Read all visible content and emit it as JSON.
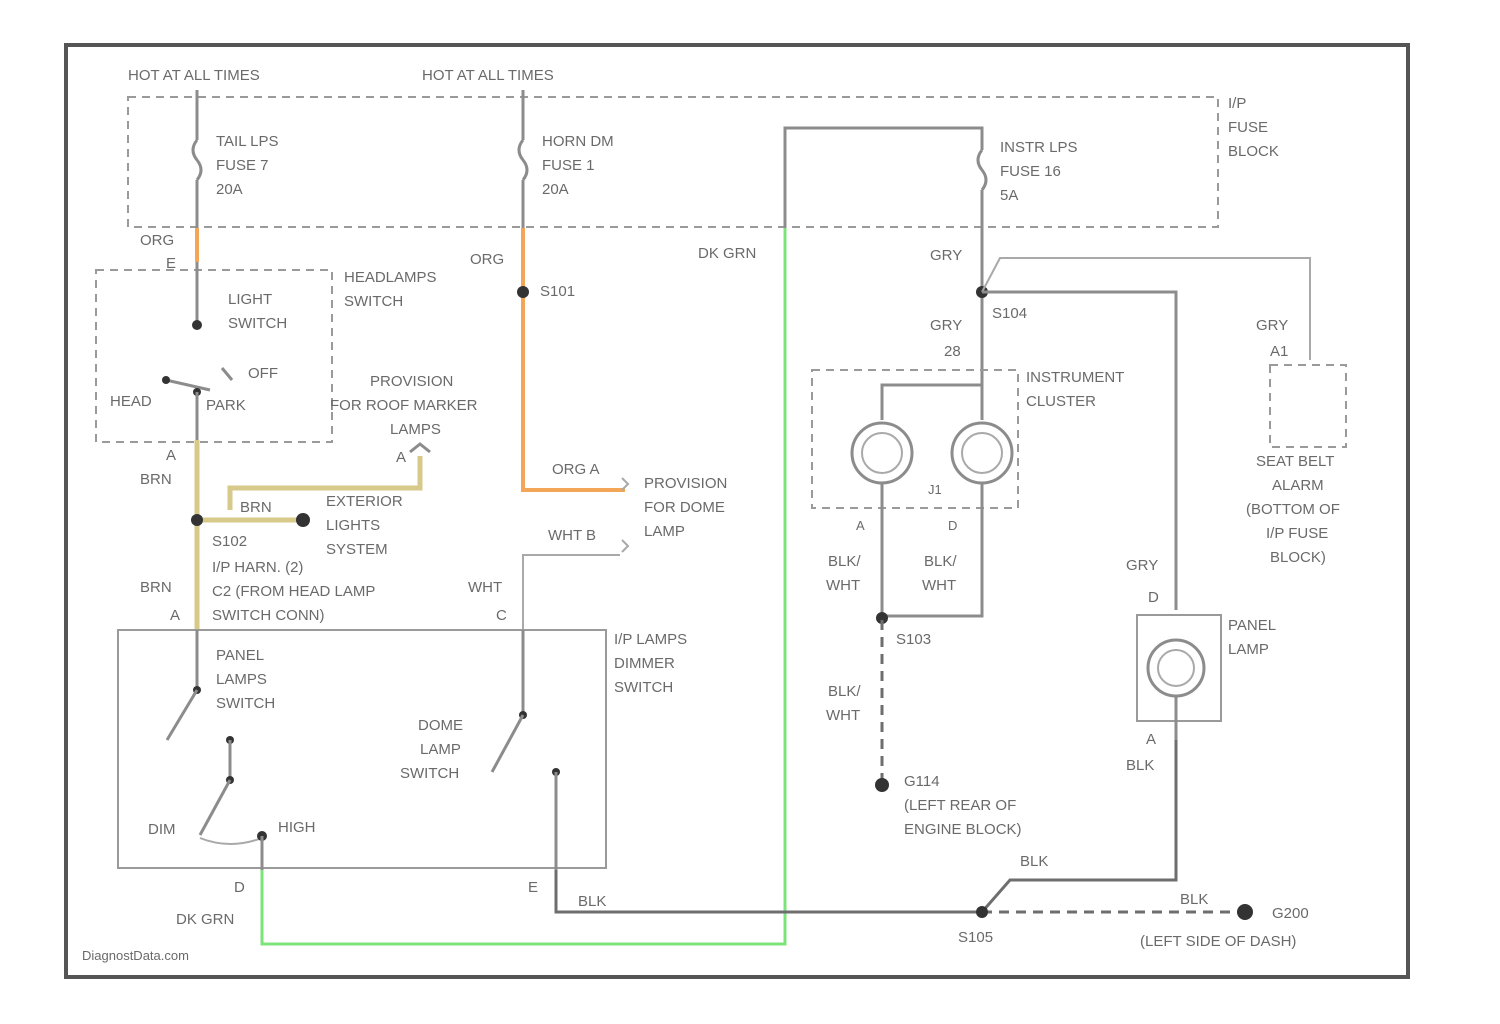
{
  "labels": {
    "hot1": "HOT AT ALL TIMES",
    "hot2": "HOT AT ALL TIMES",
    "ip_fuse_1": "I/P",
    "ip_fuse_2": "FUSE",
    "ip_fuse_3": "BLOCK",
    "fuse7_1": "TAIL LPS",
    "fuse7_2": "FUSE 7",
    "fuse7_3": "20A",
    "fuse1_1": "HORN DM",
    "fuse1_2": "FUSE 1",
    "fuse1_3": "20A",
    "fuse16_1": "INSTR LPS",
    "fuse16_2": "FUSE 16",
    "fuse16_3": "5A",
    "wire_org1": "ORG",
    "conn_e": "E",
    "wire_org2": "ORG",
    "splice_s101": "S101",
    "wire_dkgrn_top": "DK GRN",
    "wire_gry1": "GRY",
    "splice_s104": "S104",
    "wire_gry2": "GRY",
    "pin_28": "28",
    "wire_gry3": "GRY",
    "pin_a1": "A1",
    "headlamp_sw_1": "HEADLAMPS",
    "headlamp_sw_2": "SWITCH",
    "light_sw_1": "LIGHT",
    "light_sw_2": "SWITCH",
    "sw_off": "OFF",
    "sw_head": "HEAD",
    "sw_park": "PARK",
    "prov_roof_1": "PROVISION",
    "prov_roof_2": "FOR ROOF MARKER",
    "prov_roof_3": "LAMPS",
    "conn_a_roof": "A",
    "conn_a_brn": "A",
    "wire_brn1": "BRN",
    "wire_brn2": "BRN",
    "ext_1": "EXTERIOR",
    "ext_2": "LIGHTS",
    "ext_3": "SYSTEM",
    "splice_s102": "S102",
    "harn_1": "I/P HARN. (2)",
    "harn_2": "C2 (FROM HEAD LAMP",
    "harn_3": "SWITCH CONN)",
    "wire_brn3": "BRN",
    "pin_a_bottom": "A",
    "org_a": "ORG A",
    "dome_prov_1": "PROVISION",
    "dome_prov_2": "FOR DOME",
    "dome_prov_3": "LAMP",
    "wht_b": "WHT B",
    "wire_wht": "WHT",
    "pin_c": "C",
    "ic_1": "INSTRUMENT",
    "ic_2": "CLUSTER",
    "pin_a_ic": "A",
    "pin_d_ic": "D",
    "pin_j1": "J1",
    "sb_1": "SEAT BELT",
    "sb_2": "ALARM",
    "sb_3": "(BOTTOM OF",
    "sb_4": "I/P FUSE",
    "sb_5": "BLOCK)",
    "blk_wht1_1": "BLK/",
    "blk_wht1_2": "WHT",
    "blk_wht2_1": "BLK/",
    "blk_wht2_2": "WHT",
    "splice_s103": "S103",
    "blk_wht3_1": "BLK/",
    "blk_wht3_2": "WHT",
    "g114_1": "G114",
    "g114_2": "(LEFT REAR OF",
    "g114_3": "ENGINE BLOCK)",
    "wire_gry4": "GRY",
    "pin_d_panel": "D",
    "panel_lamp_1": "PANEL",
    "panel_lamp_2": "LAMP",
    "pin_a_panel": "A",
    "wire_blk_panel": "BLK",
    "dimmer_1": "I/P LAMPS",
    "dimmer_2": "DIMMER",
    "dimmer_3": "SWITCH",
    "pls_1": "PANEL",
    "pls_2": "LAMPS",
    "pls_3": "SWITCH",
    "dome_sw_1": "DOME",
    "dome_sw_2": "LAMP",
    "dome_sw_3": "SWITCH",
    "dim_low": "DIM",
    "dim_high": "HIGH",
    "pin_d_dimmer": "D",
    "pin_e_dimmer": "E",
    "wire_dkgrn_bottom": "DK GRN",
    "wire_blk1": "BLK",
    "wire_blk2": "BLK",
    "wire_blk3": "BLK",
    "splice_s105": "S105",
    "g200_1": "G200",
    "g200_2": "(LEFT SIDE OF DASH)",
    "watermark": "DiagnostData.com"
  },
  "colors": {
    "wire_org": "#f3a657",
    "wire_brn": "#d6c98a",
    "wire_dkgrn": "#7ce37a",
    "wire_gry": "#8c8c8c",
    "wire_blk": "#6e6e6e"
  }
}
